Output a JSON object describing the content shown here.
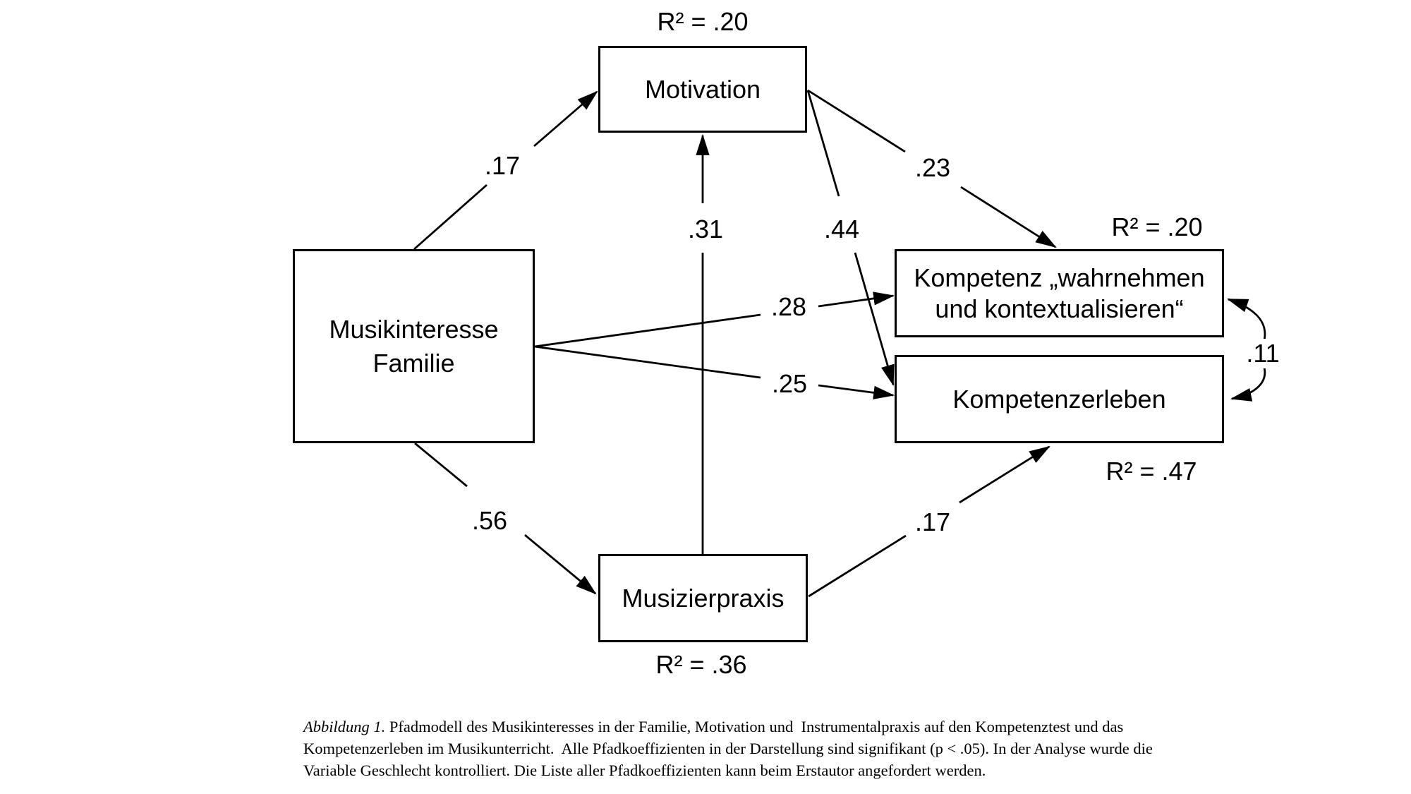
{
  "colors": {
    "ink": "#000000",
    "background": "#ffffff"
  },
  "diagram": {
    "nodes": {
      "musikinteresse": {
        "line1": "Musikinteresse",
        "line2": "Familie"
      },
      "motivation": {
        "label": "Motivation",
        "r2": "R² = .20"
      },
      "musizierpraxis": {
        "label": "Musizierpraxis",
        "r2": "R² = .36"
      },
      "kompetenz_test": {
        "line1": "Kompetenz „wahrnehmen",
        "line2": "und kontextualisieren“",
        "r2": "R² = .20"
      },
      "kompetenzerleben": {
        "label": "Kompetenzerleben",
        "r2": "R² = .47"
      }
    },
    "coefficients": {
      "musikinteresse_motivation": ".17",
      "musikinteresse_musizierpraxis": ".56",
      "musikinteresse_kompetenz_test": ".28",
      "musikinteresse_kompetenzerleben": ".25",
      "musizierpraxis_motivation": ".31",
      "motivation_kompetenz_test": ".23",
      "motivation_kompetenzerleben": ".44",
      "musizierpraxis_kompetenzerleben": ".17",
      "kompetenz_correlation": ".11"
    }
  },
  "caption": {
    "italic_prefix": "Abbildung 1.",
    "line1_rest": " Pfadmodell des Musikinteresses in der Familie, Motivation und  Instrumentalpraxis auf den Kompetenztest und das",
    "line2": "Kompetenzerleben im Musikunterricht.  Alle Pfadkoeffizienten in der Darstellung sind signifikant (p < .05). In der Analyse wurde die",
    "line3": "Variable Geschlecht kontrolliert. Die Liste aller Pfadkoeffizienten kann beim Erstautor angefordert werden."
  }
}
